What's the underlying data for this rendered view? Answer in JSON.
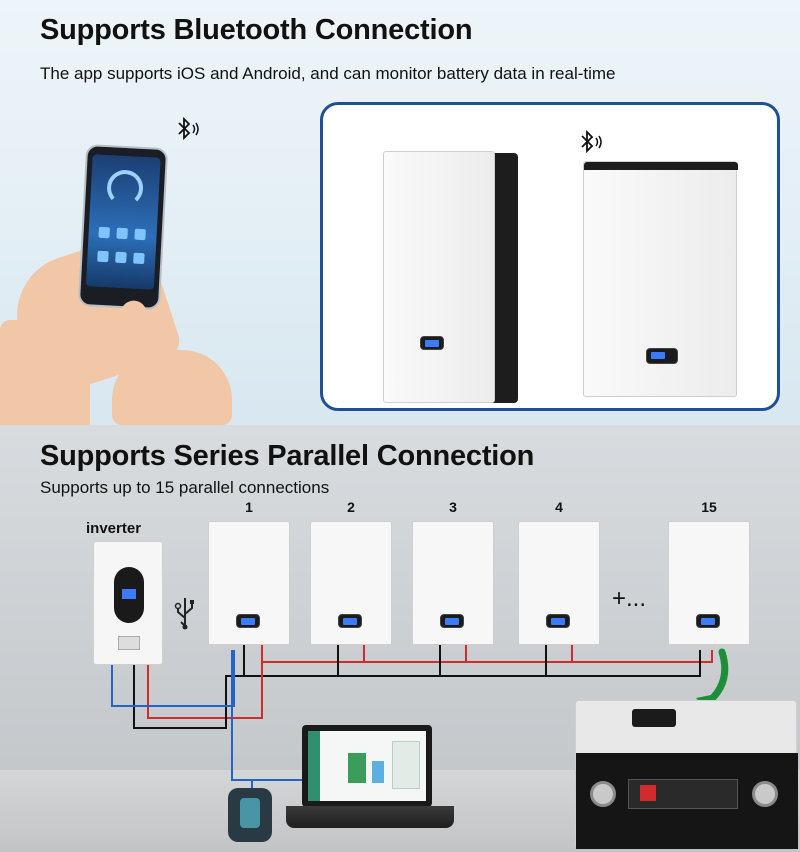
{
  "top": {
    "title": "Supports Bluetooth Connection",
    "subtitle": "The app supports iOS and Android, and can monitor battery data in real-time",
    "bluetooth_symbol": "bluetooth-icon"
  },
  "bottom": {
    "title": "Supports Series Parallel Connection",
    "subtitle": "Supports up to 15 parallel connections",
    "inverter_label": "inverter",
    "modules": [
      "1",
      "2",
      "3",
      "4",
      "15"
    ],
    "ellipsis": "+..."
  },
  "colors": {
    "frame": "#1f4f96",
    "wire_red": "#d22b2b",
    "wire_blue": "#2563c9",
    "wire_black": "#111111",
    "arrow_green": "#1d8f3a",
    "lcd_blue": "#3b7bff"
  }
}
